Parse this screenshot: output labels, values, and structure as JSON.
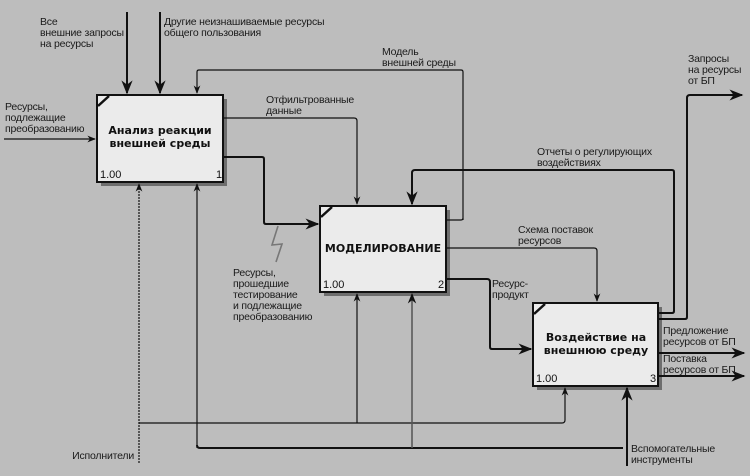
{
  "diagram": {
    "type": "IDEF0",
    "blocks": [
      {
        "id": "A1",
        "title_lines": [
          "Анализ реакции",
          "внешней среды"
        ],
        "cost": "1.00",
        "number": "1"
      },
      {
        "id": "A2",
        "title_lines": [
          "МОДЕЛИРОВАНИЕ"
        ],
        "cost": "1.00",
        "number": "2"
      },
      {
        "id": "A3",
        "title_lines": [
          "Воздействие на",
          "внешнюю среду"
        ],
        "cost": "1.00",
        "number": "3"
      }
    ],
    "labels": {
      "all_requests": [
        "Все",
        "внешние запросы",
        "на ресурсы"
      ],
      "shared_resources": [
        "Другие неизнашиваемые ресурсы",
        "общего пользования"
      ],
      "env_model": [
        "Модель",
        "внешней среды"
      ],
      "filtered_data": [
        "Отфильтрованные",
        "данные"
      ],
      "input_resources": [
        "Ресурсы,",
        "подлежащие",
        "преобразованию"
      ],
      "tested_resources": [
        "Ресурсы,",
        "прошедшие",
        "тестирование",
        "и подлежащие",
        "преобразованию"
      ],
      "reports": [
        "Отчеты о регулирующих",
        "воздействиях"
      ],
      "supply_scheme": [
        "Схема поставок",
        "ресурсов"
      ],
      "product": [
        "Ресурс-",
        "продукт"
      ],
      "bp_requests": [
        "Запросы",
        "на ресурсы",
        "от БП"
      ],
      "bp_offer": [
        "Предложение",
        "ресурсов от БП"
      ],
      "bp_supply": [
        "Поставка",
        "ресурсов от БП"
      ],
      "performers": [
        "Исполнители"
      ],
      "tools": [
        "Вспомогательные",
        "инструменты"
      ]
    }
  }
}
